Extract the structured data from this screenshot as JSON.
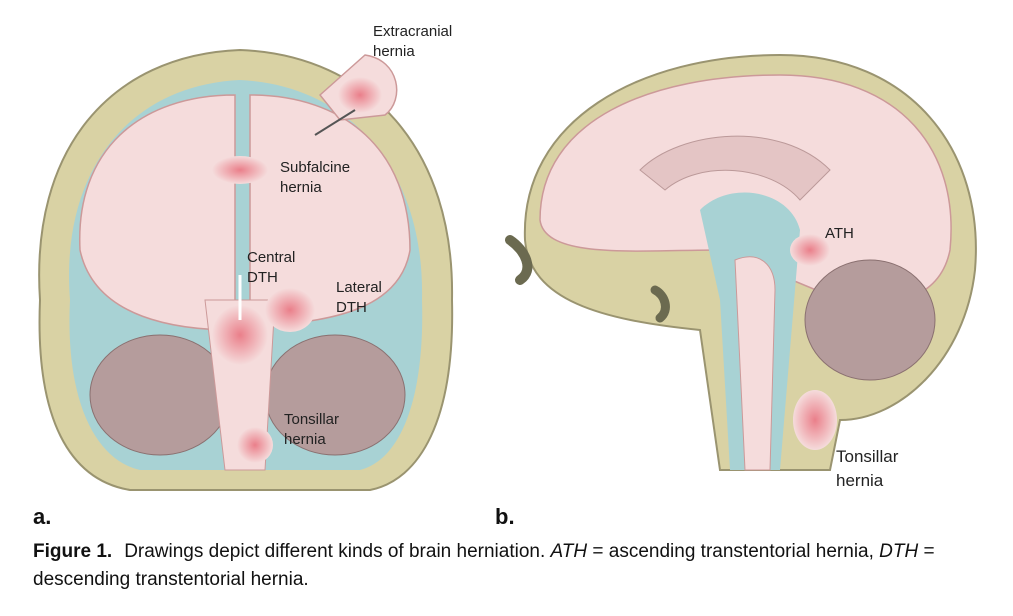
{
  "figure": {
    "panel_a": {
      "letter": "a.",
      "labels": {
        "extracranial": [
          "Extracranial",
          "hernia"
        ],
        "subfalcine": [
          "Subfalcine",
          "hernia"
        ],
        "central_dth": [
          "Central",
          "DTH"
        ],
        "lateral_dth": [
          "Lateral",
          "DTH"
        ],
        "tonsillar": [
          "Tonsillar",
          "hernia"
        ]
      }
    },
    "panel_b": {
      "letter": "b.",
      "labels": {
        "ath": "ATH",
        "tonsillar": [
          "Tonsillar",
          "hernia"
        ]
      }
    },
    "caption": {
      "number": "Figure 1.",
      "text_1": "Drawings depict different kinds of brain herniation. ",
      "abbr_1": "ATH",
      "text_2": " = ascending transtentorial hernia, ",
      "abbr_2": "DTH",
      "text_3": " = descending transtentorial hernia."
    },
    "colors": {
      "bone": "#d9d2a4",
      "brain": "#f5dcdc",
      "csf": "#a8d2d4",
      "cerebellum": "#b59c9c",
      "hernia": "#ec8f98"
    }
  }
}
